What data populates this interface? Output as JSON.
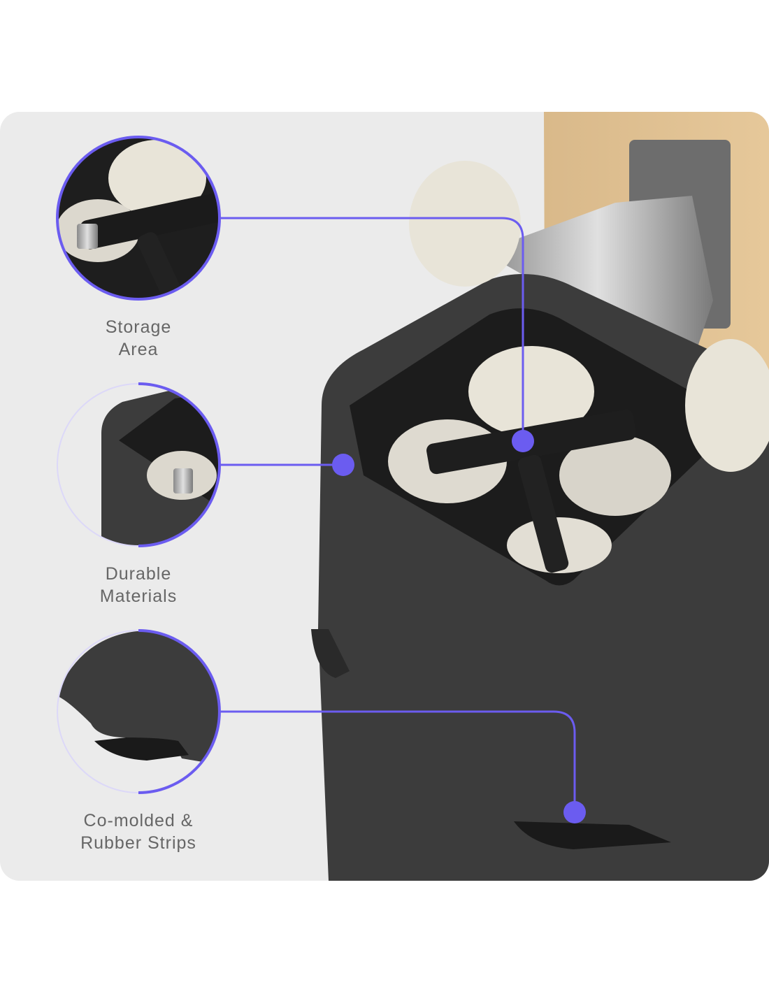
{
  "features": [
    {
      "line1": "Storage",
      "line2": "Area"
    },
    {
      "line1": "Durable",
      "line2": "Materials"
    },
    {
      "line1": "Co-molded &",
      "line2": "Rubber Strips"
    }
  ],
  "colors": {
    "accent": "#6b5cf0",
    "panel": "#ebebeb",
    "label": "#666666",
    "product": "#3a3a3a"
  }
}
